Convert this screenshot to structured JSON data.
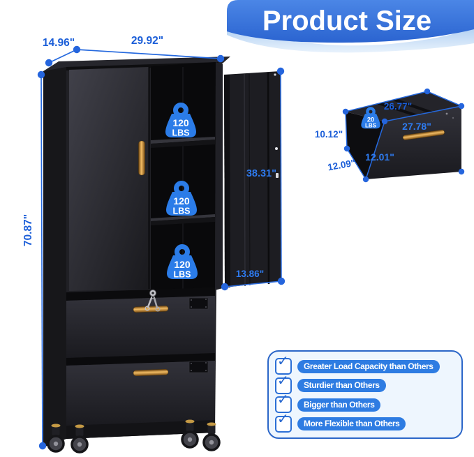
{
  "banner": {
    "title": "Product Size"
  },
  "dimensions": {
    "depth": "14.96\"",
    "width": "29.92\"",
    "height": "70.87\"",
    "door_height": "38.31\"",
    "door_width": "13.86\""
  },
  "shelf_capacity": {
    "value": "120",
    "unit": "LBS"
  },
  "drawer": {
    "capacity_value": "20",
    "capacity_unit": "LBS",
    "top_width": "26.77\"",
    "side_height": "10.12\"",
    "side_depth": "12.09\"",
    "front_height": "12.01\"",
    "front_width": "27.78\""
  },
  "features": {
    "check_icon": "✓",
    "items": [
      {
        "label": "Greater Load Capacity than Others"
      },
      {
        "label": "Sturdier than Others"
      },
      {
        "label": "Bigger than Others"
      },
      {
        "label": "More Flexible than Others"
      }
    ]
  },
  "colors": {
    "banner_blue": "#2f6fd8",
    "dimension_blue": "#1b5ed8",
    "bright_dimension_blue": "#2e7bf0",
    "icon_blue": "#2b7ce8",
    "pill_blue": "#2e7ce2",
    "panel_bg": "#eef6fe",
    "panel_border": "#2b66c8",
    "handle_gold": "#d99a3e",
    "cabinet_black": "#1b1b20"
  }
}
